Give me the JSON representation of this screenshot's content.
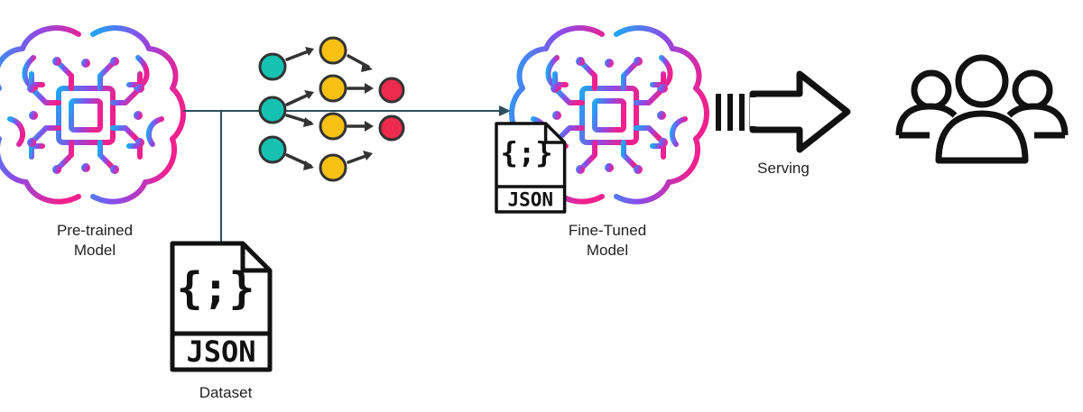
{
  "labels": {
    "pretrained_line1": "Pre-trained",
    "pretrained_line2": "Model",
    "finetuned_line1": "Fine-Tuned",
    "finetuned_line2": "Model",
    "dataset": "Dataset",
    "serving": "Serving"
  },
  "json_file": {
    "glyph": "{;}",
    "tag": "JSON"
  },
  "colors": {
    "brain_start": "#1EA7F5",
    "brain_mid": "#8A4CE8",
    "brain_end": "#F0208E",
    "arrow_line": "#2F4F5F",
    "node_input": "#15C2B2",
    "node_hidden": "#F8C012",
    "node_output": "#EE2A4E",
    "icon_ink": "#111111"
  },
  "icons": [
    "brain-chip-icon",
    "neural-network-icon",
    "json-file-icon",
    "serving-arrow-icon",
    "users-group-icon"
  ]
}
